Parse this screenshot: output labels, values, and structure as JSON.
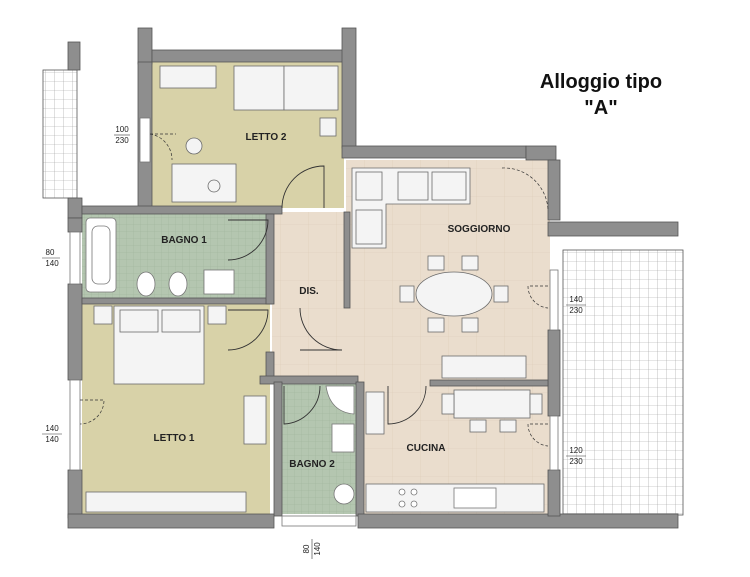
{
  "title": {
    "line1": "Alloggio tipo",
    "line2": "\"A\""
  },
  "rooms": {
    "letto2": "LETTO 2",
    "bagno1": "BAGNO 1",
    "soggiorno": "SOGGIORNO",
    "dis": "DIS.",
    "letto1": "LETTO 1",
    "bagno2": "BAGNO 2",
    "cucina": "CUCINA"
  },
  "openings": {
    "letto2_window": {
      "width": "100",
      "height": "230"
    },
    "bagno1_window": {
      "width": "80",
      "height": "140"
    },
    "soggiorno_window": {
      "width": "140",
      "height": "230"
    },
    "letto1_window": {
      "width": "140",
      "height": "140"
    },
    "cucina_window": {
      "width": "120",
      "height": "230"
    },
    "bagno2_window": {
      "width": "80",
      "height": "140"
    }
  },
  "colors": {
    "bedroom_floor": "#d8d2a8",
    "bath_floor": "#b4c6b0",
    "living_floor": "#eaddcd",
    "terrace_floor": "#ffffff",
    "wall": "#8e8e8e"
  }
}
